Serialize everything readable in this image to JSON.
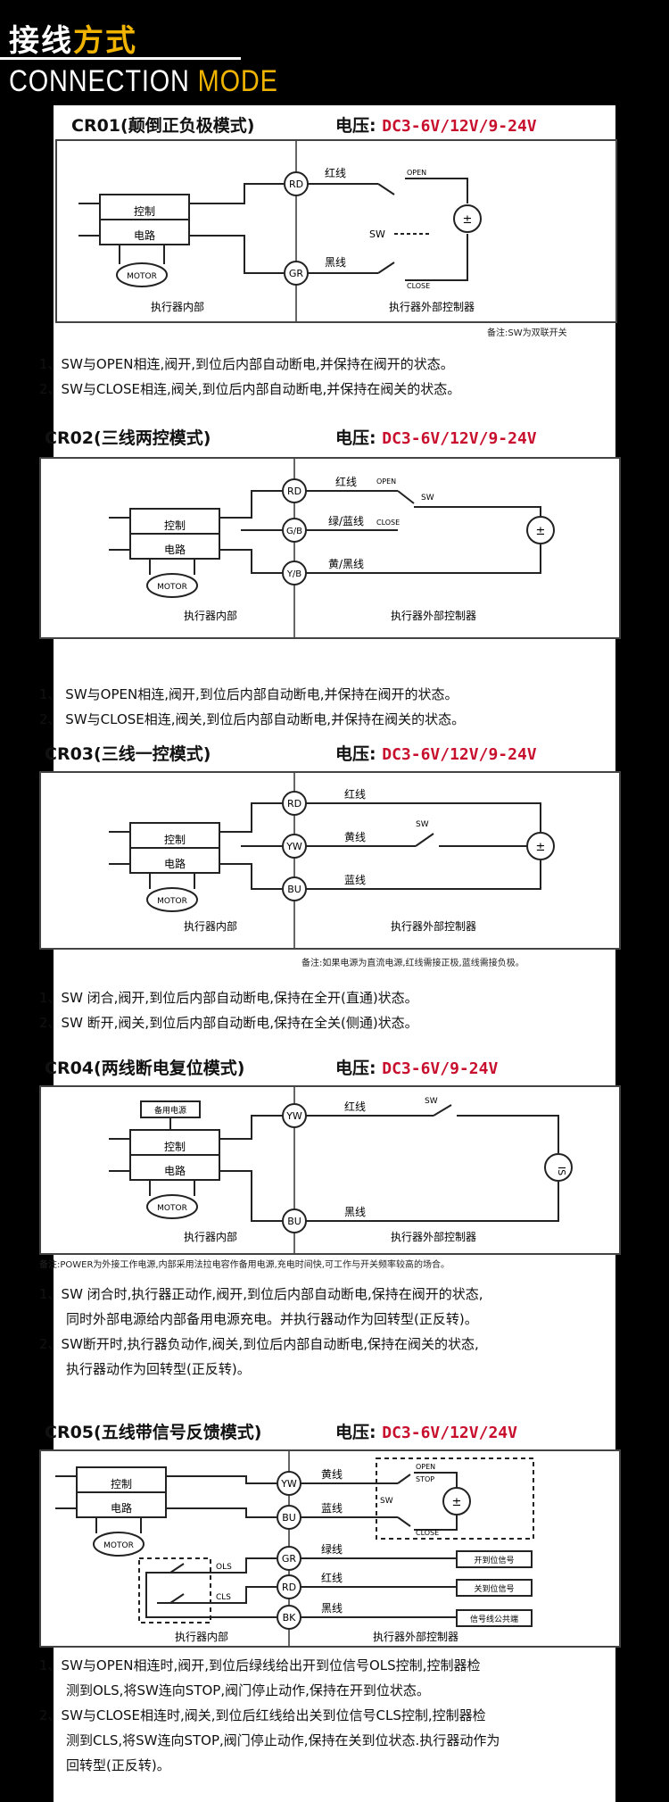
{
  "header": {
    "title_part1": "接线",
    "title_part2": "方式",
    "subtitle_part1": "CONNECTION ",
    "subtitle_part2": "MODE"
  },
  "labels": {
    "control": "控制",
    "circuit": "电路",
    "motor": "MOTOR",
    "internal": "执行器内部",
    "external": "执行器外部控制器",
    "voltage_label": "电压:",
    "red": "红线",
    "black": "黑线",
    "green_blue": "绿/蓝线",
    "yellow_black": "黄/黑线",
    "yellow": "黄线",
    "blue": "蓝线",
    "green": "绿线",
    "sw": "SW",
    "open": "OPEN",
    "close": "CLOSE",
    "stop": "STOP",
    "ols": "OLS",
    "cls": "CLS",
    "backup_power": "备用电源",
    "pm": "±",
    "is": "IS",
    "open_signal": "开到位信号",
    "close_signal": "关到位信号",
    "signal_common": "信号线公共端",
    "rd": "RD",
    "gr": "GR",
    "gb": "G/B",
    "yb": "Y/B",
    "yw": "YW",
    "bu": "BU",
    "bk": "BK"
  },
  "sections": [
    {
      "title": "CR01(颠倒正负极模式)",
      "voltage": "DC3-6V/12V/9-24V",
      "note": "备注:SW为双联开关",
      "desc": [
        "1、SW与OPEN相连,阀开,到位后内部自动断电,并保持在阀开的状态。",
        "2、SW与CLOSE相连,阀关,到位后内部自动断电,并保持在阀关的状态。"
      ]
    },
    {
      "title": "CR02(三线两控模式)",
      "voltage": "DC3-6V/12V/9-24V",
      "desc": [
        "1、 SW与OPEN相连,阀开,到位后内部自动断电,并保持在阀开的状态。",
        "2、 SW与CLOSE相连,阀关,到位后内部自动断电,并保持在阀关的状态。"
      ]
    },
    {
      "title": "CR03(三线一控模式)",
      "voltage": "DC3-6V/12V/9-24V",
      "note": "备注:如果电源为直流电源,红线需接正极,蓝线需接负极。",
      "desc": [
        "1、SW 闭合,阀开,到位后内部自动断电,保持在全开(直通)状态。",
        "2、SW 断开,阀关,到位后内部自动断电,保持在全关(侧通)状态。"
      ]
    },
    {
      "title": "CR04(两线断电复位模式)",
      "voltage": "DC3-6V/9-24V",
      "note": "备注:POWER为外接工作电源,内部采用法拉电容作备用电源,充电时间快,可工作与开关频率较高的场合。",
      "desc": [
        "1、SW 闭合时,执行器正动作,阀开,到位后内部自动断电,保持在阀开的状态,",
        "同时外部电源给内部备用电源充电。并执行器动作为回转型(正反转)。",
        "2、SW断开时,执行器负动作,阀关,到位后内部自动断电,保持在阀关的状态,",
        "执行器动作为回转型(正反转)。"
      ]
    },
    {
      "title": "CR05(五线带信号反馈模式)",
      "voltage": "DC3-6V/12V/24V",
      "desc": [
        "1、SW与OPEN相连时,阀开,到位后绿线给出开到位信号OLS控制,控制器检",
        "测到OLS,将SW连向STOP,阀门停止动作,保持在开到位状态。",
        "2、SW与CLOSE相连时,阀关,到位后红线给出关到位信号CLS控制,控制器检",
        "测到CLS,将SW连向STOP,阀门停止动作,保持在关到位状态.执行器动作为",
        "回转型(正反转)。"
      ]
    }
  ]
}
